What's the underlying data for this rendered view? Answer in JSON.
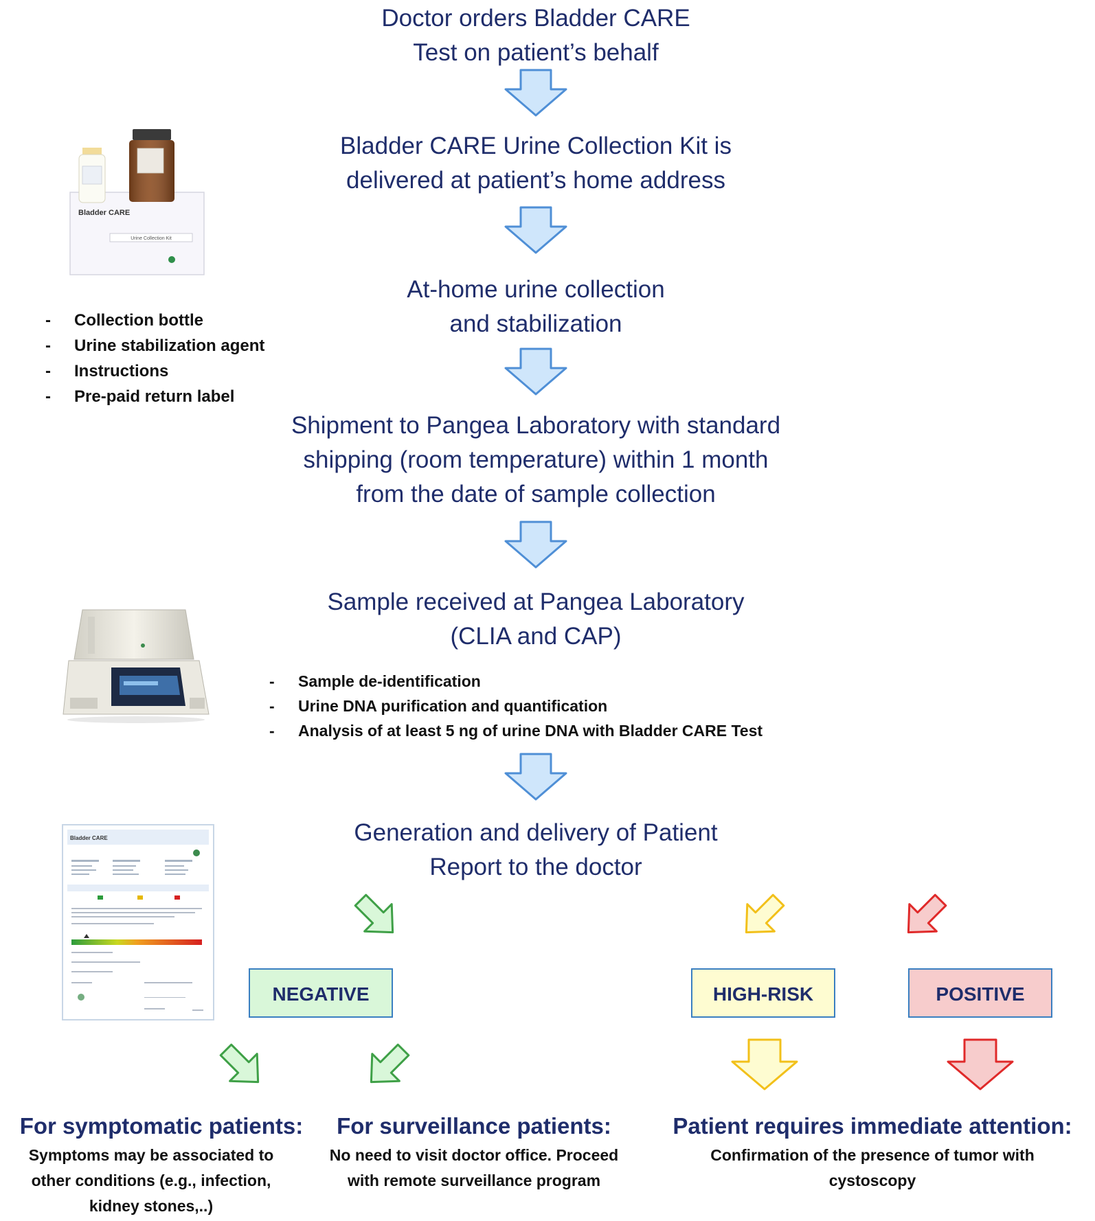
{
  "steps": [
    {
      "line1": "Doctor orders Bladder CARE",
      "line2": "Test on patient’s behalf"
    },
    {
      "line1": "Bladder CARE Urine Collection Kit is",
      "line2": "delivered at patient’s home address"
    },
    {
      "line1": "At-home urine collection",
      "line2": "and stabilization"
    },
    {
      "line1": "Shipment to Pangea Laboratory with standard",
      "line2": "shipping (room temperature) within 1 month",
      "line3": "from the date of sample collection"
    },
    {
      "line1": "Sample received at Pangea Laboratory",
      "line2": "(CLIA and CAP)"
    },
    {
      "line1": "Generation and delivery of Patient",
      "line2": "Report to the doctor"
    }
  ],
  "kit_items": [
    "Collection bottle",
    "Urine stabilization agent",
    "Instructions",
    "Pre-paid return label"
  ],
  "lab_items": [
    "Sample de-identification",
    "Urine DNA purification and quantification",
    "Analysis of at least 5 ng of urine DNA with Bladder CARE Test"
  ],
  "kit_image": {
    "brand": "Bladder CARE",
    "label": "Urine Collection Kit"
  },
  "report_image": {
    "brand": "Bladder CARE"
  },
  "results": {
    "negative": "NEGATIVE",
    "high_risk": "HIGH-RISK",
    "positive": "POSITIVE"
  },
  "outcomes": {
    "symptomatic": {
      "title": "For symptomatic patients:",
      "line1": "Symptoms may be associated to",
      "line2": "other conditions (e.g., infection,",
      "line3": "kidney stones,..)"
    },
    "surveillance": {
      "title": "For surveillance patients:",
      "line1": "No need to visit doctor office. Proceed",
      "line2": "with remote surveillance program"
    },
    "attention": {
      "title": "Patient requires immediate attention:",
      "line1": "Confirmation of the presence of tumor with",
      "line2": "cystoscopy"
    }
  },
  "colors": {
    "text_primary": "#1f2d6b",
    "flow_arrow_fill": "#cfe6fb",
    "flow_arrow_stroke": "#4f8fd6",
    "negative_fill": "#d9f7d9",
    "negative_stroke": "#3fa047",
    "high_risk_fill": "#fefcd1",
    "high_risk_stroke": "#f2c01a",
    "positive_fill": "#f7cccc",
    "positive_stroke": "#e02a2a",
    "box_border": "#3a7fc1"
  }
}
